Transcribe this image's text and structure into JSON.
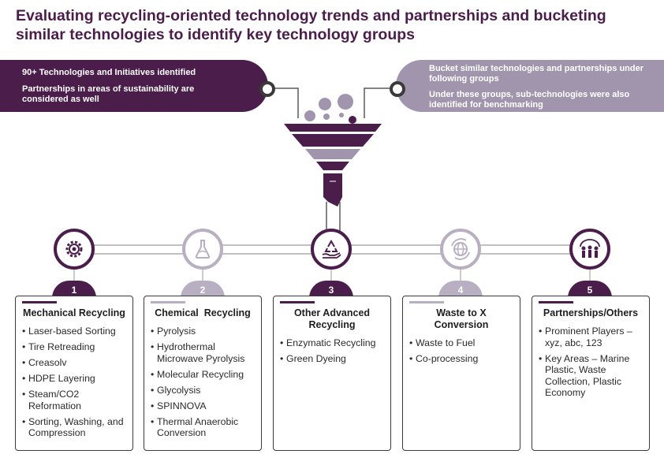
{
  "title": "Evaluating recycling-oriented technology trends and partnerships and bucketing similar technologies to identify key technology groups",
  "banner_left": {
    "line1": "90+ Technologies and Initiatives identified",
    "line2": "Partnerships in areas of sustainability are considered as well"
  },
  "banner_right": {
    "line1": "Bucket similar technologies and partnerships under following groups",
    "line2": "Under these groups, sub-technologies were also identified for benchmarking"
  },
  "colors": {
    "primary": "#4a1d4b",
    "secondary": "#b8b0c2",
    "banner_right": "#a095ad"
  },
  "groups": [
    {
      "number": "1",
      "icon": "gears-icon",
      "style": "dark",
      "title": "Mechanical Recycling",
      "items": [
        "Laser-based Sorting",
        "Tire Retreading",
        "Creasolv",
        "HDPE Layering",
        "Steam/CO2 Reformation",
        "Sorting, Washing, and Compression"
      ]
    },
    {
      "number": "2",
      "icon": "flask-icon",
      "style": "light",
      "title": "Chemical  Recycling",
      "items": [
        "Pyrolysis",
        "Hydrothermal Microwave Pyrolysis",
        "Molecular Recycling",
        "Glycolysis",
        "SPINNOVA",
        "Thermal Anaerobic Conversion"
      ]
    },
    {
      "number": "3",
      "icon": "recycle-hand-icon",
      "style": "dark",
      "title": "Other Advanced Recycling",
      "items": [
        "Enzymatic Recycling",
        "Green Dyeing"
      ]
    },
    {
      "number": "4",
      "icon": "globe-arrows-icon",
      "style": "light",
      "title": "Waste to X Conversion",
      "items": [
        "Waste to Fuel",
        "Co-processing"
      ]
    },
    {
      "number": "5",
      "icon": "people-globe-icon",
      "style": "dark",
      "title": "Partnerships/Others",
      "items": [
        "Prominent Players – xyz, abc, 123",
        "Key Areas – Marine Plastic, Waste Collection, Plastic Economy"
      ]
    }
  ]
}
